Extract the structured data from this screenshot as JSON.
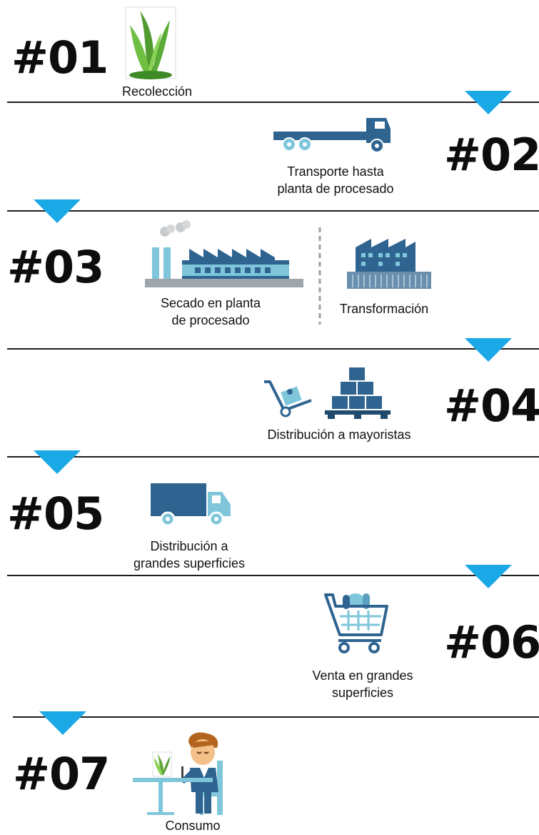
{
  "steps": [
    {
      "number": "#01",
      "captions": [
        "Recolección"
      ]
    },
    {
      "number": "#02",
      "captions": [
        "Transporte hasta",
        "planta de procesado"
      ]
    },
    {
      "number": "#03",
      "captions": [
        "Secado en planta",
        "de procesado"
      ],
      "secondary_caption": "Transformación"
    },
    {
      "number": "#04",
      "captions": [
        "Distribución a mayoristas"
      ]
    },
    {
      "number": "#05",
      "captions": [
        "Distribución a",
        "grandes superficies"
      ]
    },
    {
      "number": "#06",
      "captions": [
        "Venta en grandes",
        "superficies"
      ]
    },
    {
      "number": "#07",
      "captions": [
        "Consumo"
      ]
    }
  ],
  "colors": {
    "accent": "#1aa8e6",
    "dark_blue": "#2f6491",
    "light_blue": "#7fc6da",
    "seaweed": "#5fa83a",
    "line": "#1e1e1e"
  },
  "icons": [
    "seaweed-icon",
    "flatbed-truck-icon",
    "factory-icon",
    "industry-building-icon",
    "hand-truck-icon",
    "pallet-boxes-icon",
    "delivery-truck-icon",
    "shopping-cart-icon",
    "person-eating-icon"
  ]
}
